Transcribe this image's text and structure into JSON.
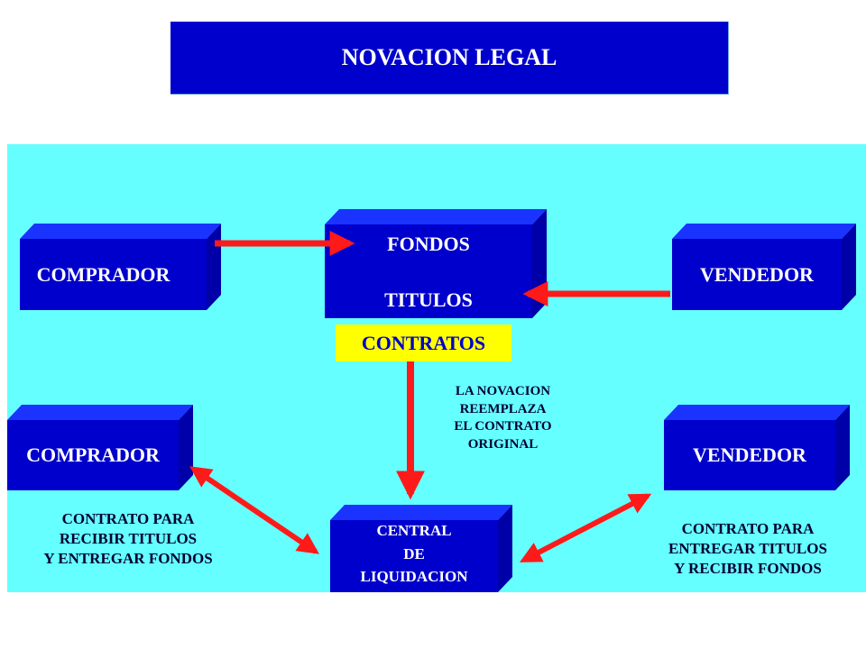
{
  "title": "NOVACION LEGAL",
  "top_row": {
    "buyer": "COMPRADOR",
    "seller": "VENDEDOR",
    "funds": "FONDOS",
    "securities": "TITULOS",
    "contracts": "CONTRATOS"
  },
  "bottom_row": {
    "buyer": "COMPRADOR",
    "seller": "VENDEDOR",
    "clearing_lines": [
      "CENTRAL",
      "DE",
      "LIQUIDACION"
    ]
  },
  "novation_note": [
    "LA NOVACION",
    "REEMPLAZA",
    "EL CONTRATO",
    "ORIGINAL"
  ],
  "buyer_contract_note": [
    "CONTRATO PARA",
    "RECIBIR TITULOS",
    "Y ENTREGAR FONDOS"
  ],
  "seller_contract_note": [
    "CONTRATO PARA",
    "ENTREGAR TITULOS",
    "Y RECIBIR FONDOS"
  ],
  "colors": {
    "title_bg": "#0000cc",
    "panel_bg": "#66ffff",
    "box_front": "#0000cc",
    "box_top": "#1a33ff",
    "box_side": "#0000a8",
    "arrow": "#ff1a1a",
    "contracts_bg": "#ffff00"
  }
}
